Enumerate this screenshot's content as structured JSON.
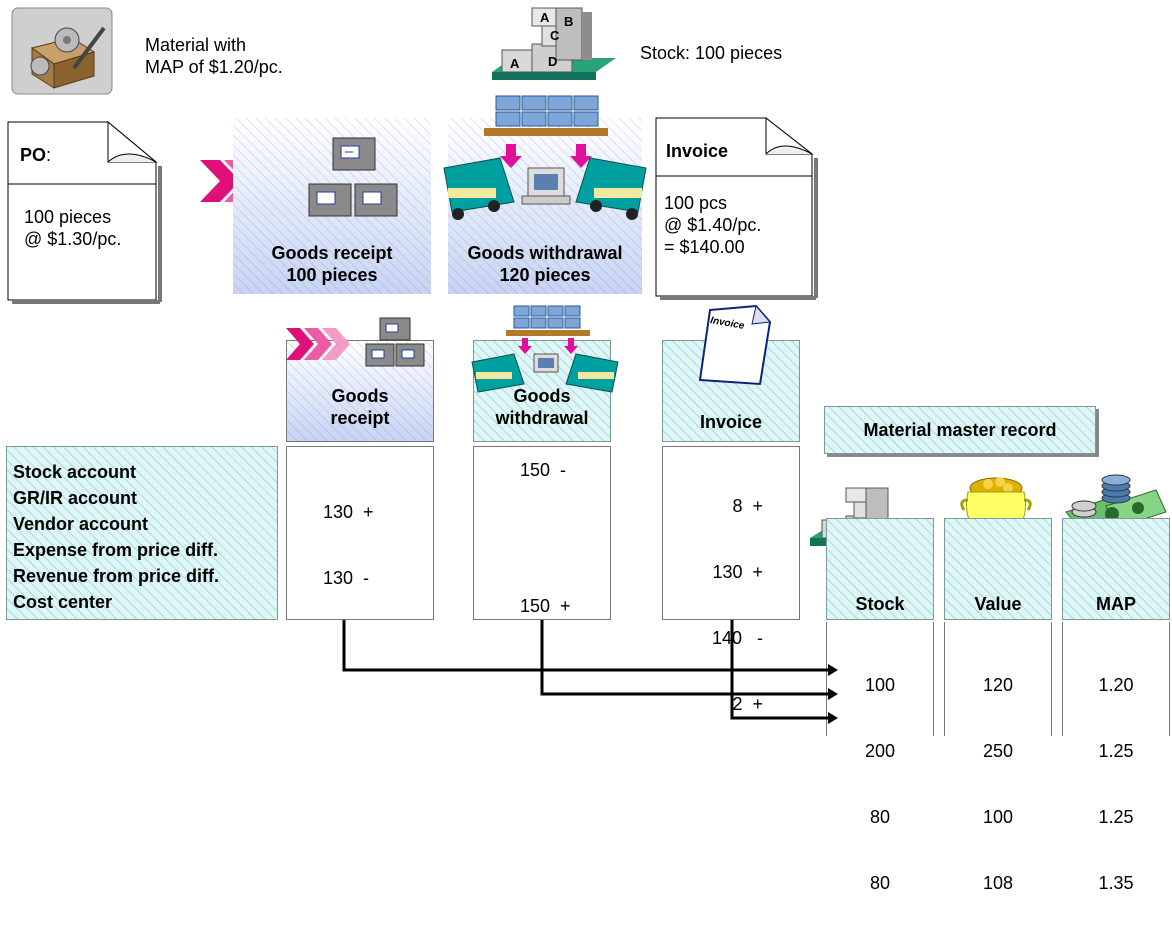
{
  "top": {
    "material_text": [
      "Material with",
      "MAP of $1.20/pc."
    ],
    "stock_text": "Stock: 100 pieces",
    "stock_icon_letters": [
      "A",
      "B",
      "C",
      "A",
      "D"
    ]
  },
  "po": {
    "title": "PO",
    "colon": ":",
    "lines": [
      "100 pieces",
      "@ $1.30/pc."
    ]
  },
  "goods_receipt_top": {
    "lines": [
      "Goods receipt",
      "100 pieces"
    ]
  },
  "goods_withdrawal_top": {
    "lines": [
      "Goods withdrawal",
      "120 pieces"
    ]
  },
  "invoice_top": {
    "title": "Invoice",
    "lines": [
      "100 pcs",
      "@ $1.40/pc.",
      "= $140.00"
    ]
  },
  "accounts": [
    "Stock account",
    "GR/IR account",
    "Vendor account",
    "Expense from price diff.",
    "Revenue from price diff.",
    "Cost center"
  ],
  "columns": {
    "gr": {
      "header": [
        "Goods",
        "receipt"
      ],
      "entries": [
        "130  +",
        "130  -"
      ]
    },
    "gw": {
      "header": [
        "Goods",
        "withdrawal"
      ],
      "entries": [
        "150  -"
      ],
      "cost_center": "150  +"
    },
    "inv": {
      "header": "Invoice",
      "icon_label": "Invoice",
      "entries": [
        "8  +",
        "130  +",
        "140   -",
        "2  +"
      ]
    }
  },
  "material_master": {
    "title": "Material master record",
    "headers": [
      "Stock",
      "Value",
      "MAP"
    ],
    "stock": [
      "100",
      "200",
      "80",
      "80"
    ],
    "value": [
      "120",
      "250",
      "100",
      "108"
    ],
    "map": [
      "1.20",
      "1.25",
      "1.25",
      "1.35"
    ]
  },
  "colors": {
    "accent_magenta": "#e0107a",
    "accent_pink": "#f49ac6",
    "teal": "#00a0a0",
    "panel_cyan": "#dff6f6",
    "panel_blue": "#c7d4f2"
  }
}
